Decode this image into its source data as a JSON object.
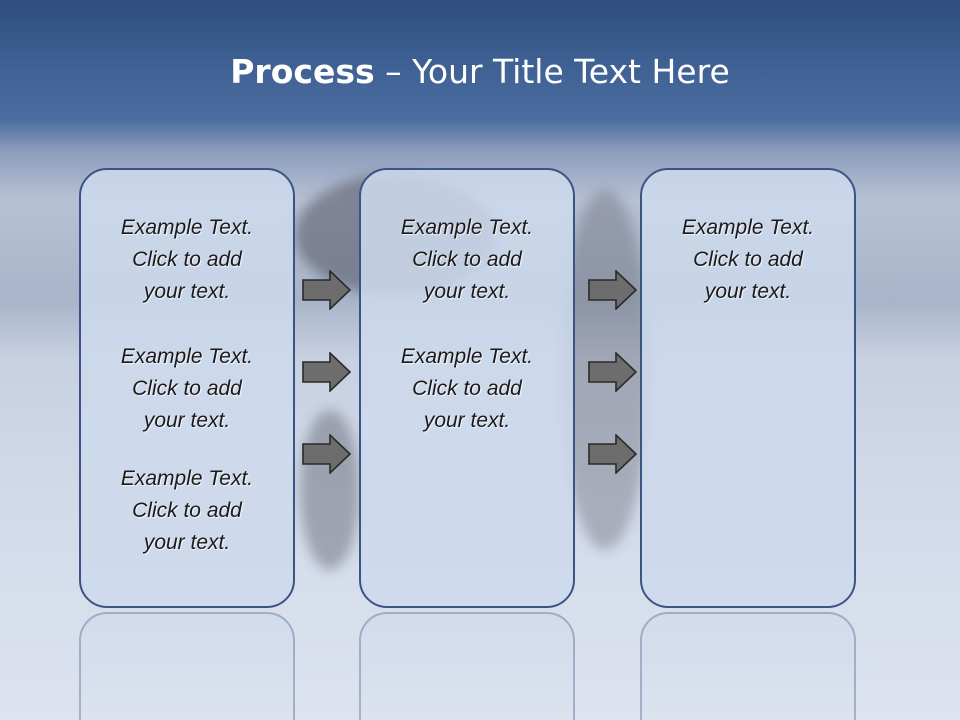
{
  "title": {
    "bold": "Process",
    "rest": "– Your Title Text Here"
  },
  "columns": [
    {
      "blocks": [
        {
          "line1": "Example Text.",
          "line2": "Click  to add",
          "line3": "your text."
        },
        {
          "line1": "Example Text.",
          "line2": "Click  to add",
          "line3": "your text."
        },
        {
          "line1": "Example Text.",
          "line2": "Click  to add",
          "line3": "your text."
        }
      ]
    },
    {
      "blocks": [
        {
          "line1": "Example Text.",
          "line2": "Click  to add",
          "line3": "your text."
        },
        {
          "line1": "Example Text.",
          "line2": "Click  to add",
          "line3": "your text."
        }
      ]
    },
    {
      "blocks": [
        {
          "line1": "Example Text.",
          "line2": "Click  to add",
          "line3": "your text."
        }
      ]
    }
  ],
  "colors": {
    "panel_border": "#3b5483",
    "arrow_fill": "#6d6d6d",
    "title_bar": "#3d5f92"
  }
}
